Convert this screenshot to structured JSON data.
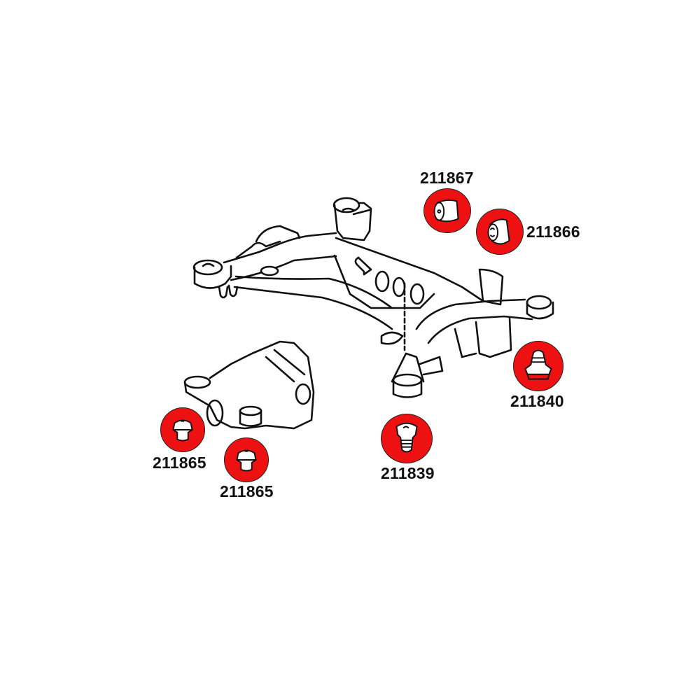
{
  "diagram": {
    "subject": "rear subframe and differential exploded diagram",
    "badge_color": "#ee1111",
    "line_color": "#111111"
  },
  "parts": [
    {
      "id": "p1",
      "number": "211867",
      "shape": "bushing-cylinder"
    },
    {
      "id": "p2",
      "number": "211866",
      "shape": "bushing-flanged"
    },
    {
      "id": "p3",
      "number": "211840",
      "shape": "bump-stop-stepped"
    },
    {
      "id": "p4",
      "number": "211839",
      "shape": "bump-stop-conical"
    },
    {
      "id": "p5",
      "number": "211865",
      "shape": "diff-mount-bushing"
    },
    {
      "id": "p6",
      "number": "211865",
      "shape": "diff-mount-bushing"
    }
  ]
}
